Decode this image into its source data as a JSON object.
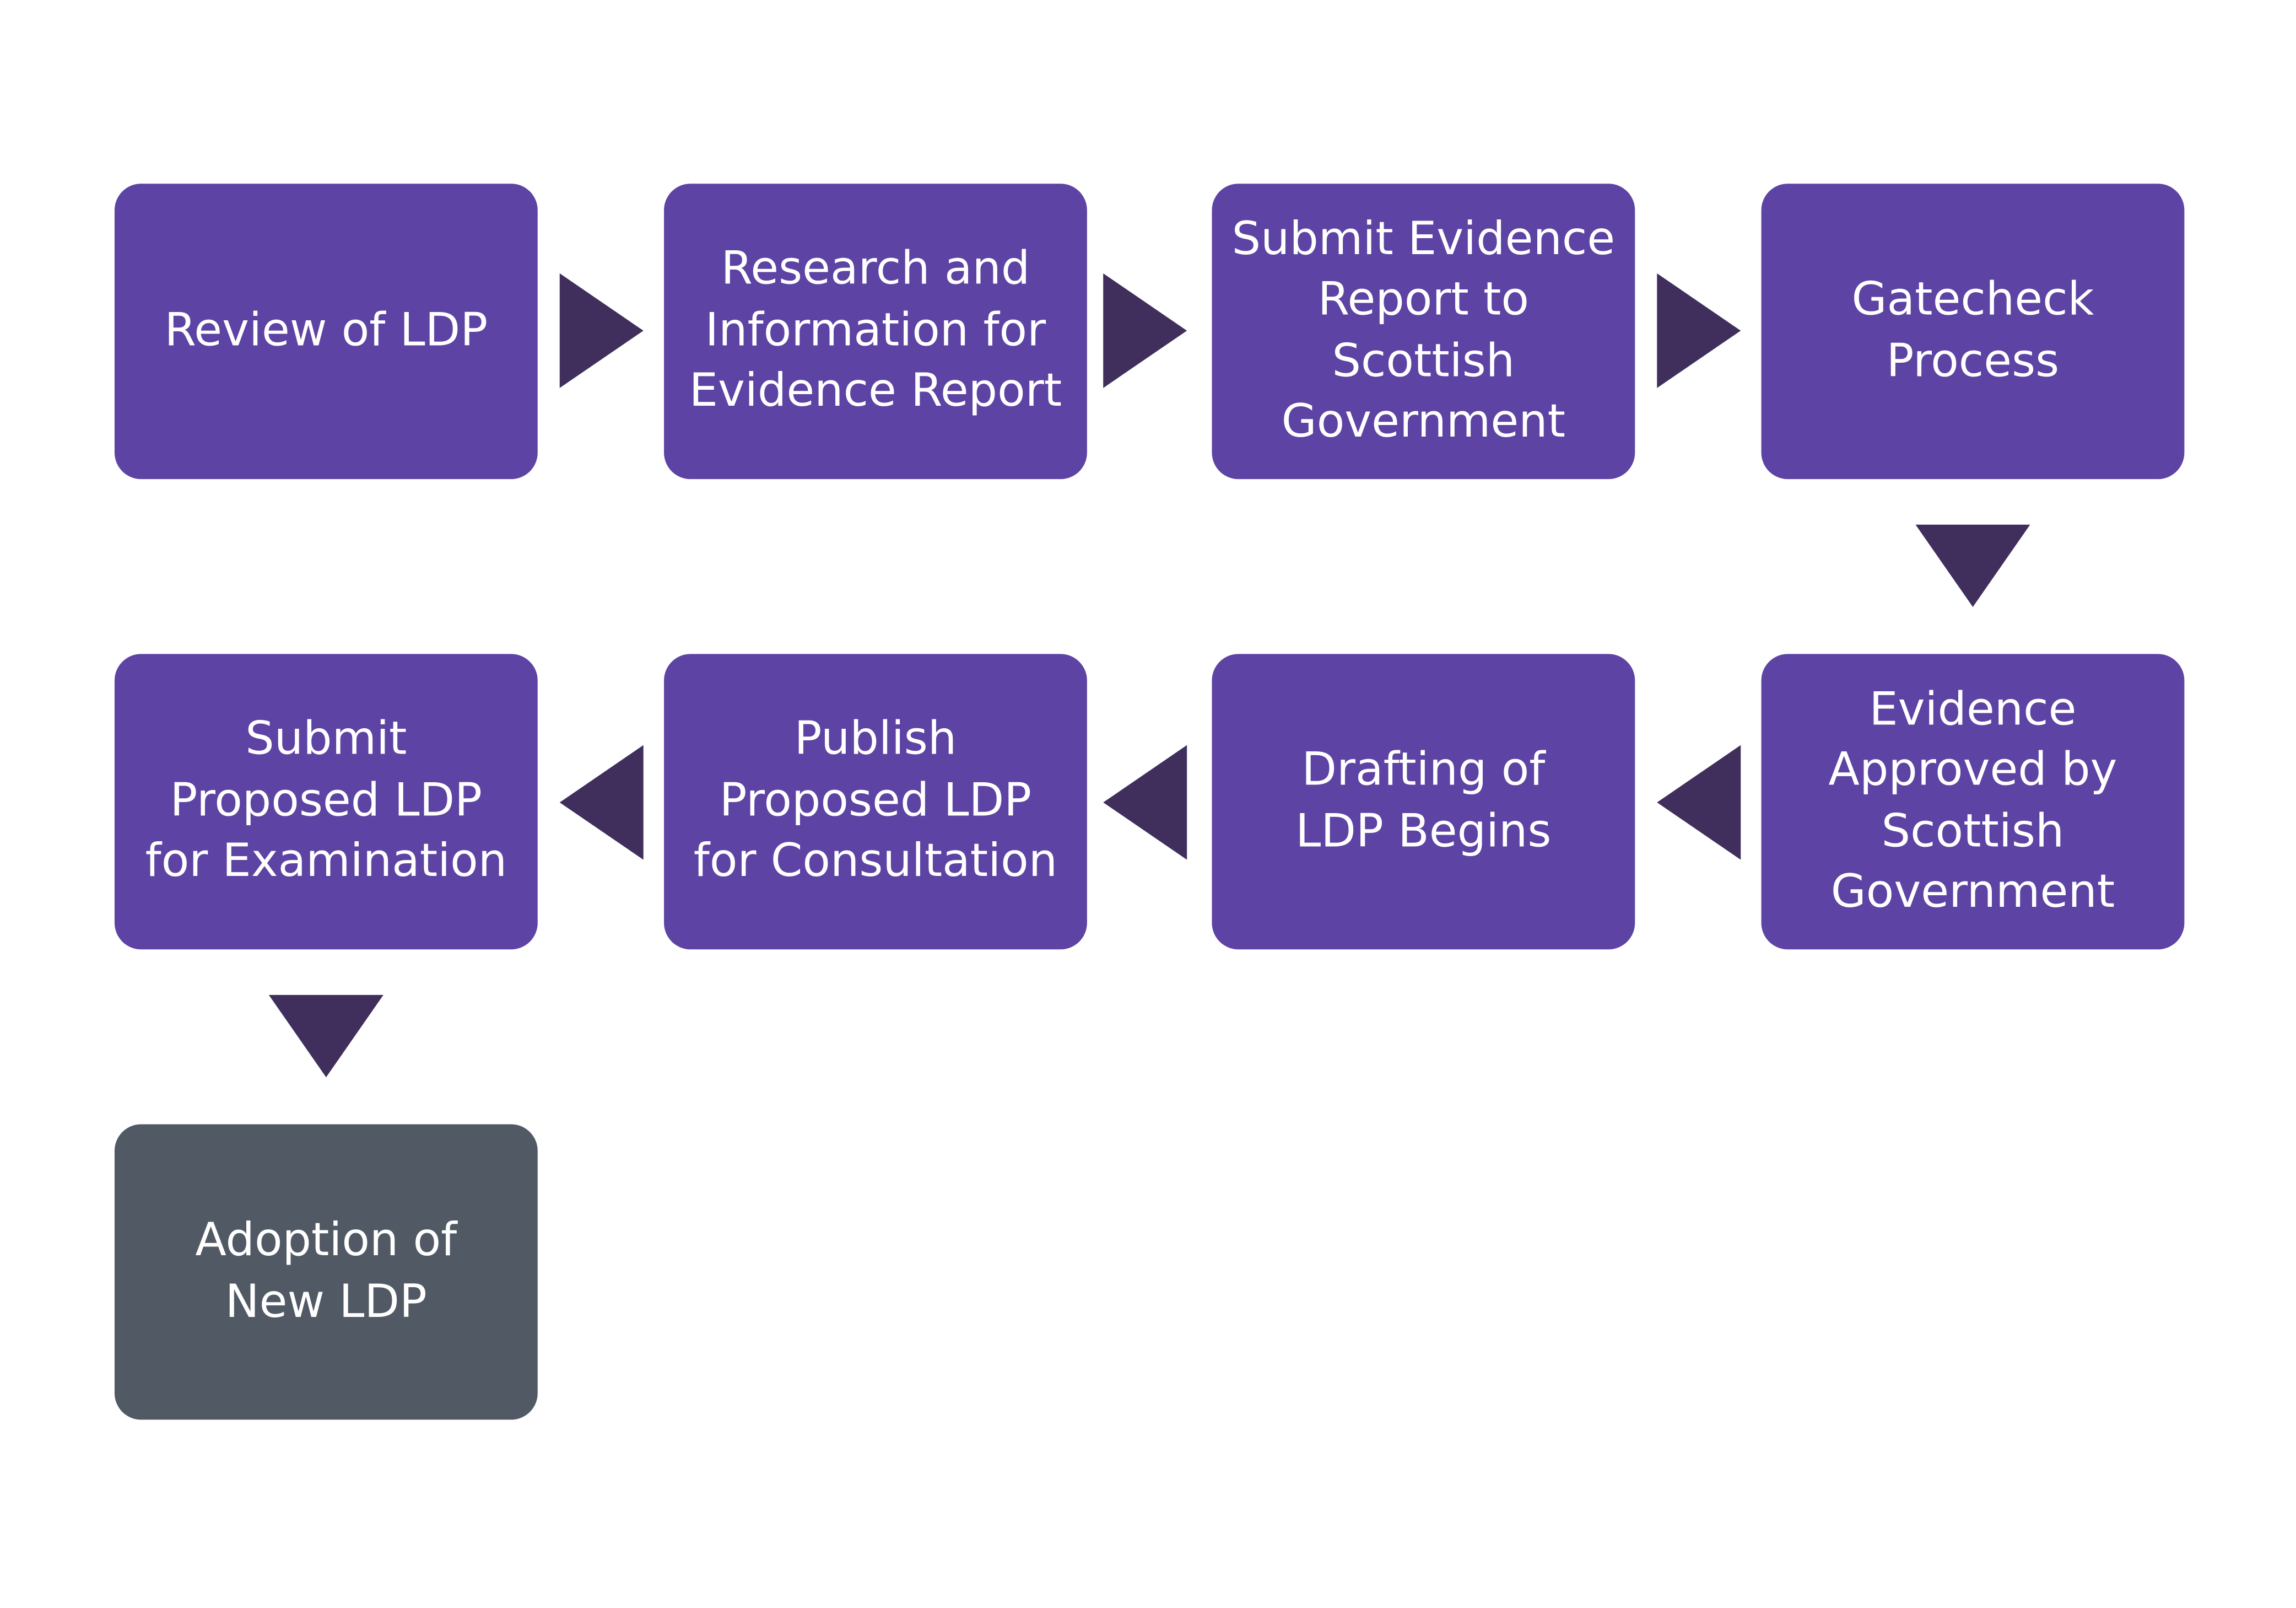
{
  "colors": {
    "step": "#5d43a3",
    "final_step": "#515965",
    "arrow": "#402f5c",
    "text": "#ffffff",
    "background": "#ffffff"
  },
  "steps": [
    {
      "label": "Review of LDP"
    },
    {
      "label": "Research and\nInformation for\nEvidence Report"
    },
    {
      "label": "Submit Evidence\nReport to Scottish\nGovernment"
    },
    {
      "label": "Gatecheck\nProcess"
    },
    {
      "label": "Evidence\nApproved by\nScottish\nGovernment"
    },
    {
      "label": "Drafting of\nLDP Begins"
    },
    {
      "label": "Publish\nProposed LDP\nfor Consultation"
    },
    {
      "label": "Submit\nProposed LDP\nfor Examination"
    },
    {
      "label": "Adoption of\nNew LDP"
    }
  ]
}
